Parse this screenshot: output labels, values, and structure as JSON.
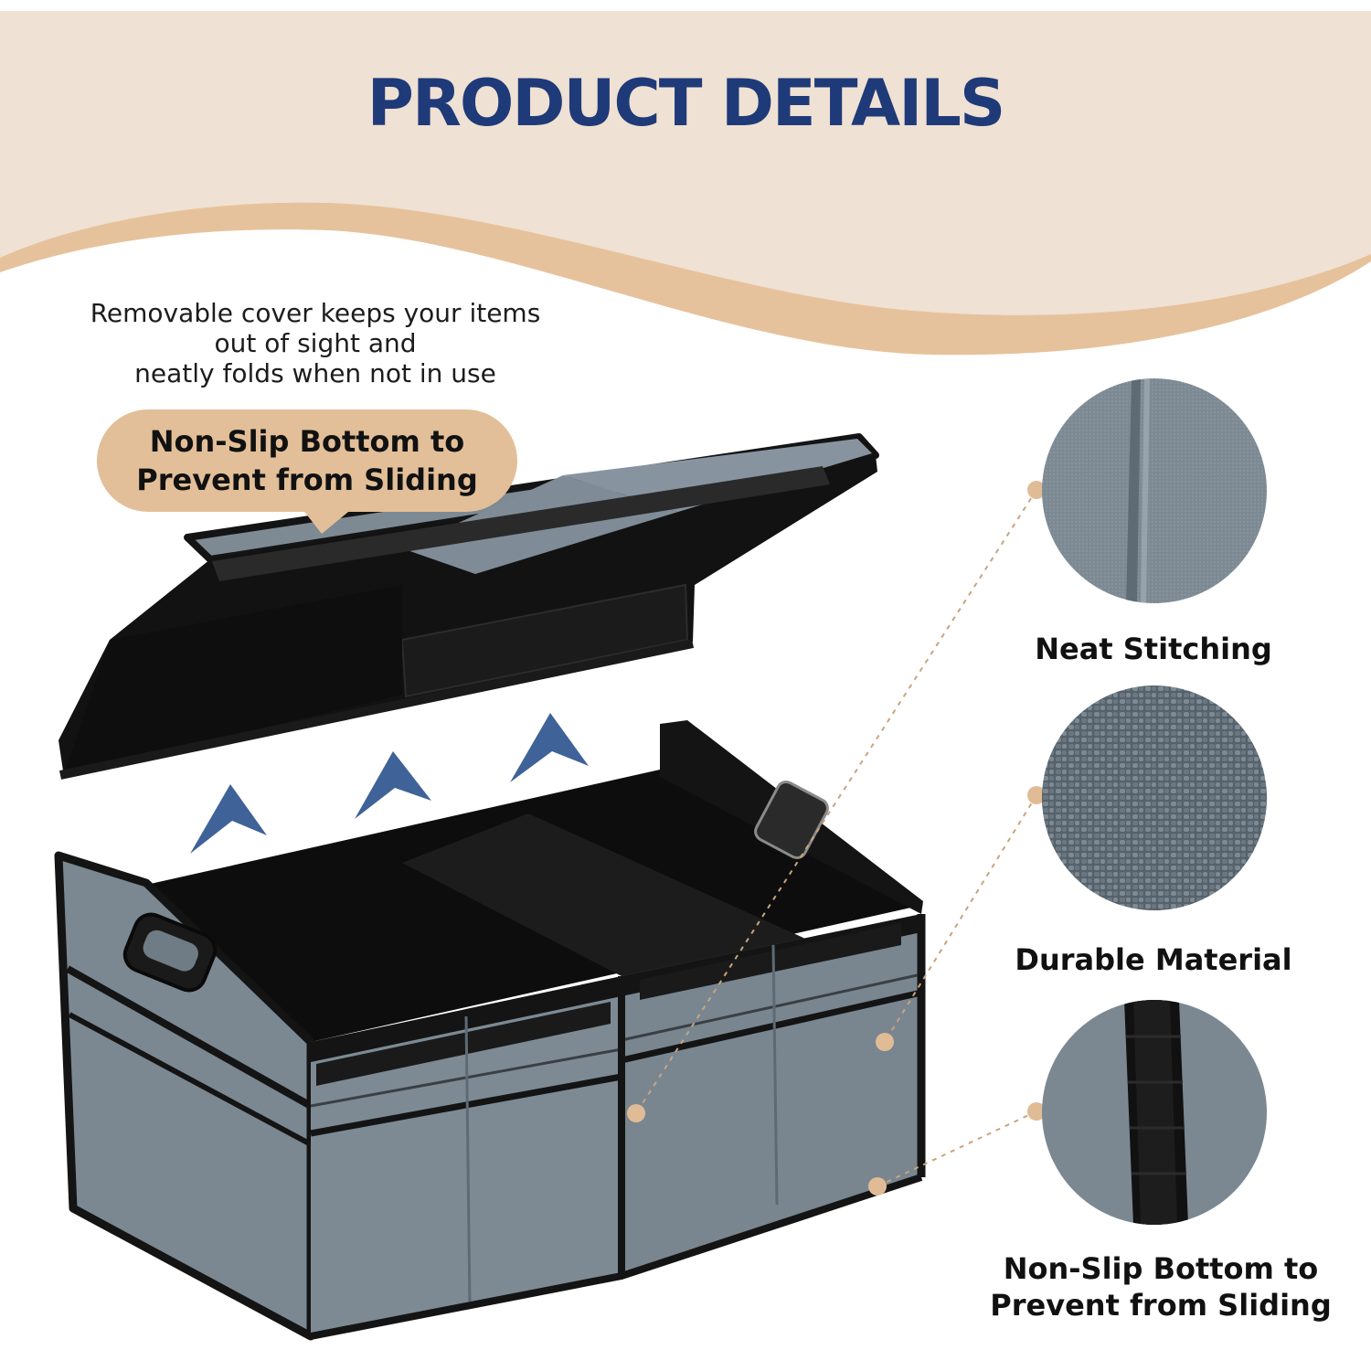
{
  "header": {
    "title": "PRODUCT DETAILS"
  },
  "intro": {
    "lines": [
      "Removable cover keeps your items",
      "out of sight and",
      "neatly folds when not in use"
    ]
  },
  "bubble": {
    "lines": [
      "Non-Slip Bottom to",
      "Prevent from Sliding"
    ]
  },
  "details": [
    {
      "icon": "stitching-closeup-icon",
      "label_lines": [
        "Neat Stitching"
      ]
    },
    {
      "icon": "woven-fabric-closeup-icon",
      "label_lines": [
        "Durable  Material"
      ]
    },
    {
      "icon": "non-slip-strip-closeup-icon",
      "label_lines": [
        "Non-Slip Bottom to",
        "Prevent from Sliding"
      ]
    }
  ],
  "colors": {
    "title": "#1f3a78",
    "band_light": "#efe1d3",
    "band_wave": "#e6c29c",
    "bubble": "#e2bf98",
    "fabric_gray": "#7d8a94",
    "fabric_dark": "#5e6a73",
    "trim_black": "#141414",
    "arrow_blue": "#3f6298",
    "callout_dot": "#e0bc96"
  }
}
